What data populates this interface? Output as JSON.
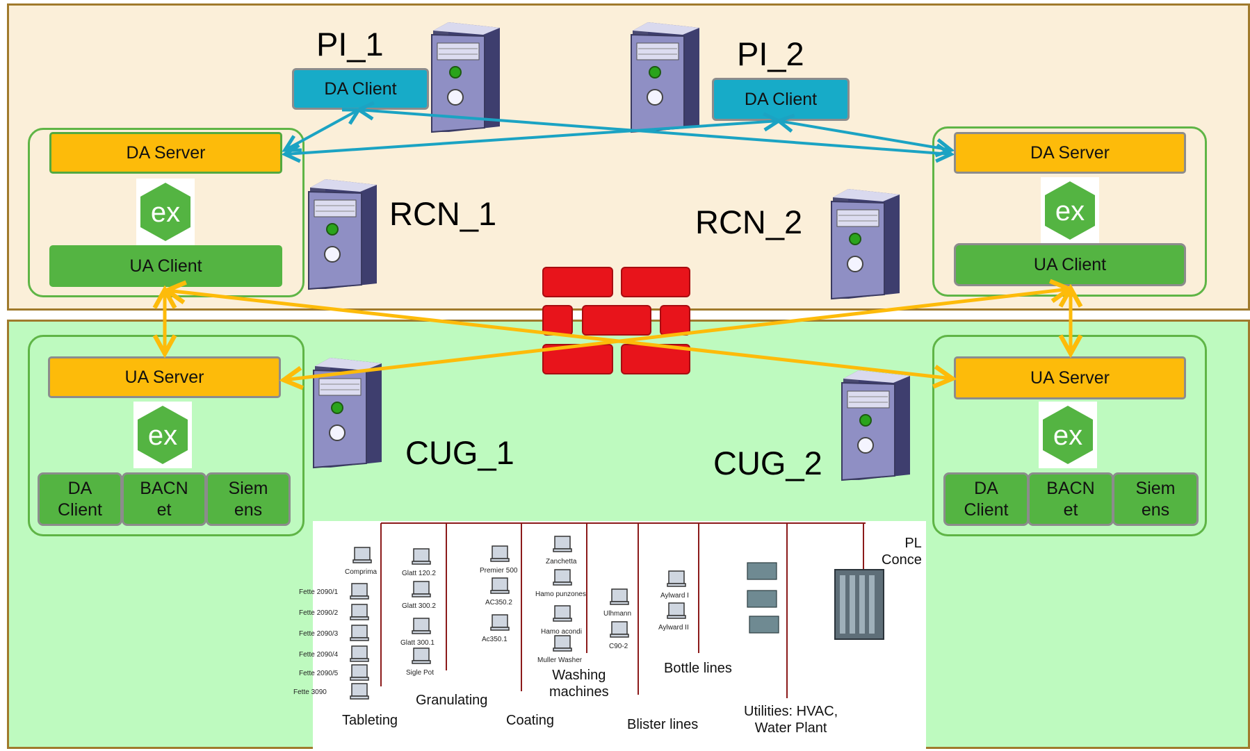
{
  "nodes": {
    "pi1": {
      "name": "PI_1",
      "client": "DA Client"
    },
    "pi2": {
      "name": "PI_2",
      "client": "DA Client"
    },
    "rcn1": {
      "name": "RCN_1",
      "server": "DA Server",
      "client": "UA Client",
      "logo": "ex"
    },
    "rcn2": {
      "name": "RCN_2",
      "server": "DA Server",
      "client": "UA Client",
      "logo": "ex"
    },
    "cug1": {
      "name": "CUG_1",
      "server": "UA Server",
      "logo": "ex",
      "modules": [
        "DA\nClient",
        "BACN\net",
        "Siem\nens"
      ]
    },
    "cug2": {
      "name": "CUG_2",
      "server": "UA Server",
      "logo": "ex",
      "modules": [
        "DA\nClient",
        "BACN\net",
        "Siem\nens"
      ]
    }
  },
  "colors": {
    "top_zone": "#fbefd9",
    "bottom_zone": "#befabf",
    "da_link": "#1ba3c3",
    "ua_link": "#fdbb0a",
    "firewall": "#e8141b"
  },
  "icons": [
    "server-icon",
    "firewall-icon",
    "ex-logo-icon",
    "workstation-icon",
    "plc-icon"
  ],
  "plant": {
    "groups": [
      {
        "id": "tableting",
        "label": "Tableting",
        "machines": [
          "Comprima",
          "Fette 2090/1",
          "Fette 2090/2",
          "Fette 2090/3",
          "Fette 2090/4",
          "Fette 2090/5",
          "Fette 3090"
        ]
      },
      {
        "id": "granulating",
        "label": "Granulating",
        "machines": [
          "Glatt 120.2",
          "Glatt 300.2",
          "Glatt 300.1",
          "Sigle Pot"
        ]
      },
      {
        "id": "coating",
        "label": "Coating",
        "machines": [
          "Premier 500",
          "AC350.2",
          "Ac350.1"
        ]
      },
      {
        "id": "washing",
        "label": "Washing\nmachines",
        "machines": [
          "Zanchetta",
          "Hamo punzones",
          "Hamo acondi",
          "Muller Washer"
        ]
      },
      {
        "id": "blister",
        "label": "Blister lines",
        "machines": [
          "Ulhmann",
          "C90-2"
        ]
      },
      {
        "id": "bottle",
        "label": "Bottle lines",
        "machines": [
          "Aylward I",
          "Aylward II"
        ]
      },
      {
        "id": "utilities",
        "label": "Utilities: HVAC,\nWater Plant",
        "machines": []
      }
    ],
    "plc_label": "PL\nConce"
  }
}
